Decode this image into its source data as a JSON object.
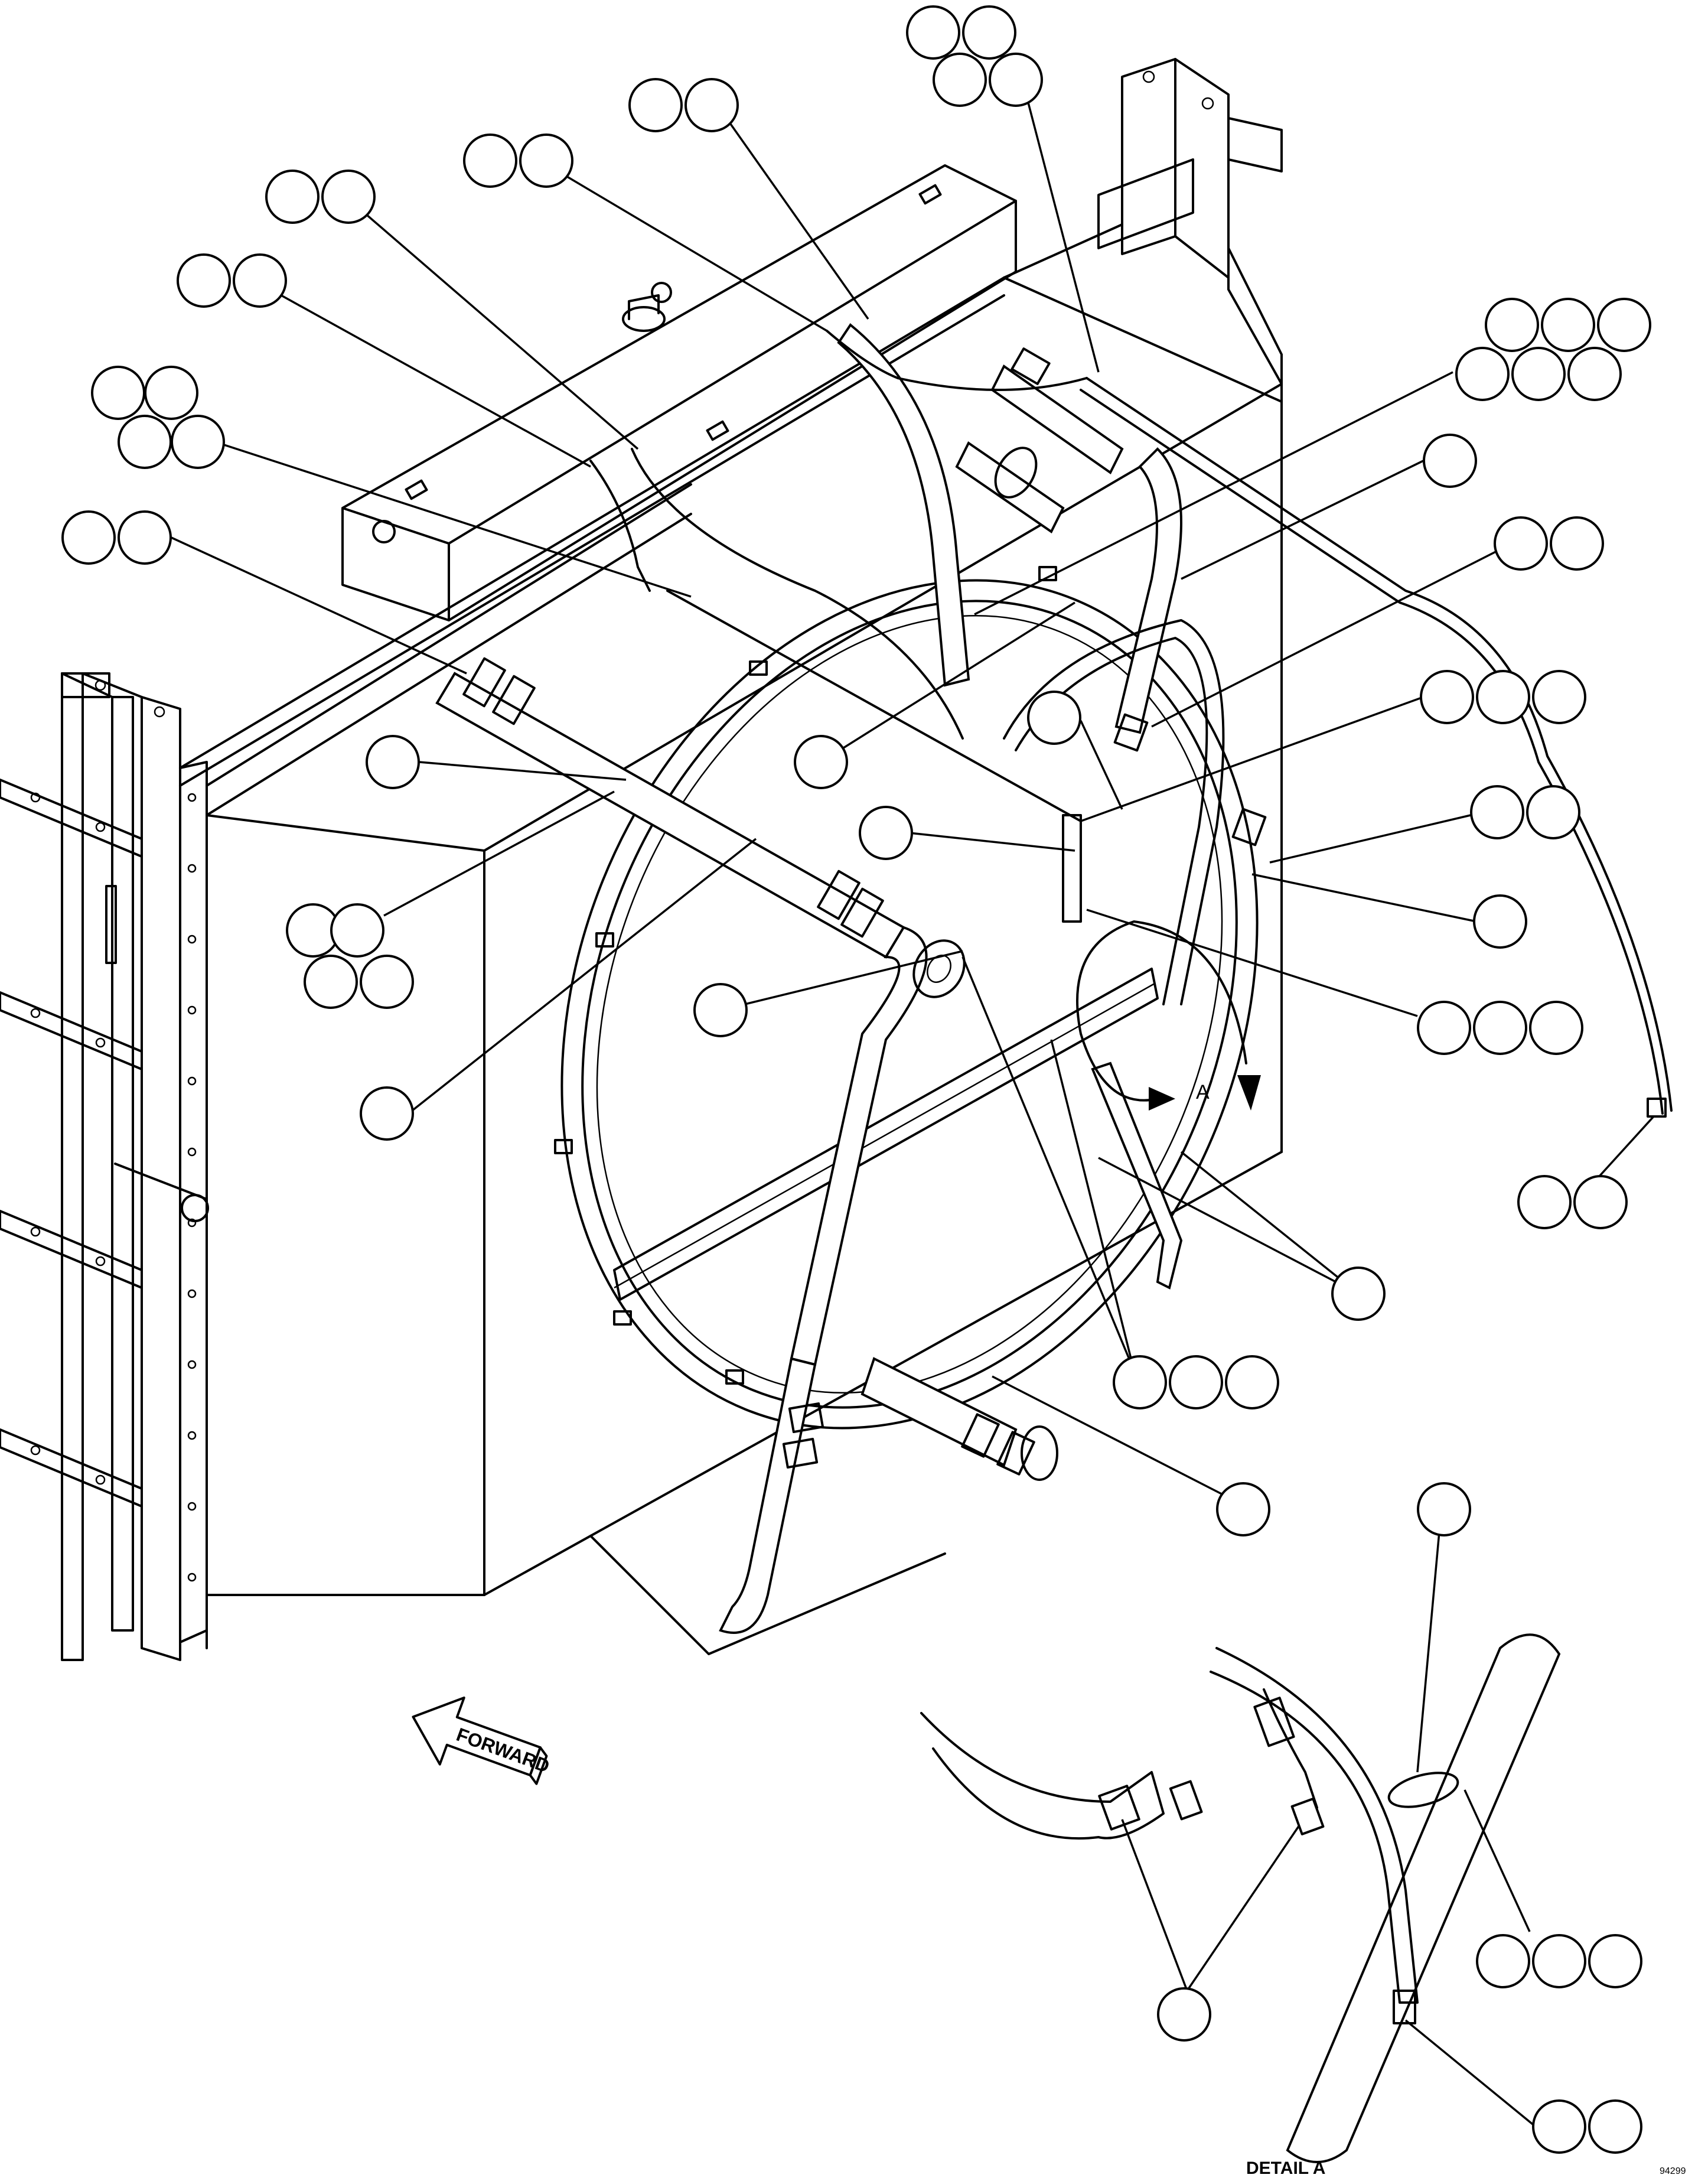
{
  "forward_label": "FORWARD",
  "view_letter": "A",
  "detail_label": "DETAIL A",
  "drawing_number": "94299",
  "callout_icon": "blank-callout-bubble",
  "arrow_icon": "direction-arrow"
}
